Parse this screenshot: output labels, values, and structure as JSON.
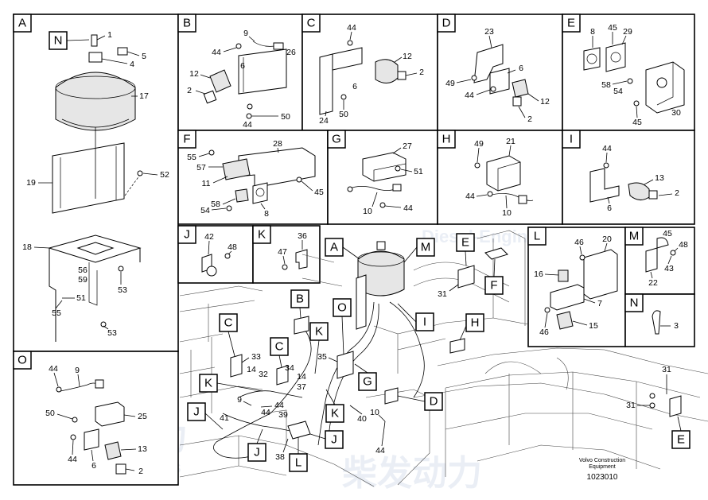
{
  "watermark": {
    "brand_cn": "柴发动力",
    "brand_en": "Diesel-Engines",
    "color": "#b7c6dd"
  },
  "footer": {
    "company_line1": "Volvo Construction",
    "company_line2": "Equipment",
    "drawing_number": "1023010"
  },
  "panels": [
    {
      "id": "A",
      "letter": "A",
      "parts": [
        "N",
        "1",
        "5",
        "4",
        "17",
        "19",
        "52",
        "18",
        "56",
        "59",
        "51",
        "55",
        "53",
        "53"
      ]
    },
    {
      "id": "B",
      "letter": "B",
      "parts": [
        "9",
        "44",
        "26",
        "6",
        "12",
        "2",
        "50",
        "44"
      ]
    },
    {
      "id": "C",
      "letter": "C",
      "parts": [
        "44",
        "12",
        "2",
        "6",
        "24",
        "50"
      ]
    },
    {
      "id": "D",
      "letter": "D",
      "parts": [
        "23",
        "6",
        "49",
        "44",
        "12",
        "2"
      ]
    },
    {
      "id": "E",
      "letter": "E",
      "parts": [
        "8",
        "45",
        "29",
        "58",
        "54",
        "45",
        "30"
      ]
    },
    {
      "id": "F",
      "letter": "F",
      "parts": [
        "28",
        "55",
        "57",
        "11",
        "45",
        "58",
        "54",
        "8"
      ]
    },
    {
      "id": "G",
      "letter": "G",
      "parts": [
        "27",
        "51",
        "10",
        "44"
      ]
    },
    {
      "id": "H",
      "letter": "H",
      "parts": [
        "49",
        "21",
        "44",
        "10"
      ]
    },
    {
      "id": "I",
      "letter": "I",
      "parts": [
        "44",
        "13",
        "2",
        "6"
      ]
    },
    {
      "id": "J",
      "letter": "J",
      "parts": [
        "42",
        "48"
      ]
    },
    {
      "id": "K",
      "letter": "K",
      "parts": [
        "36",
        "47"
      ]
    },
    {
      "id": "L",
      "letter": "L",
      "parts": [
        "20",
        "46",
        "16",
        "7",
        "46",
        "15"
      ]
    },
    {
      "id": "M",
      "letter": "M",
      "parts": [
        "45",
        "48",
        "43",
        "22"
      ]
    },
    {
      "id": "N",
      "letter": "N",
      "parts": [
        "3"
      ]
    },
    {
      "id": "O",
      "letter": "O",
      "parts": [
        "44",
        "9",
        "50",
        "25",
        "44",
        "6",
        "13",
        "2"
      ]
    }
  ],
  "overview": {
    "callouts": [
      "A",
      "M",
      "E",
      "F",
      "O",
      "I",
      "B",
      "C",
      "K",
      "H",
      "C",
      "G",
      "K",
      "D",
      "J",
      "K",
      "J",
      "J",
      "L",
      "E"
    ],
    "parts": [
      "31",
      "33",
      "14",
      "32",
      "34",
      "35",
      "14",
      "37",
      "9",
      "44",
      "41",
      "44",
      "39",
      "40",
      "10",
      "38",
      "44",
      "31",
      "31"
    ]
  }
}
